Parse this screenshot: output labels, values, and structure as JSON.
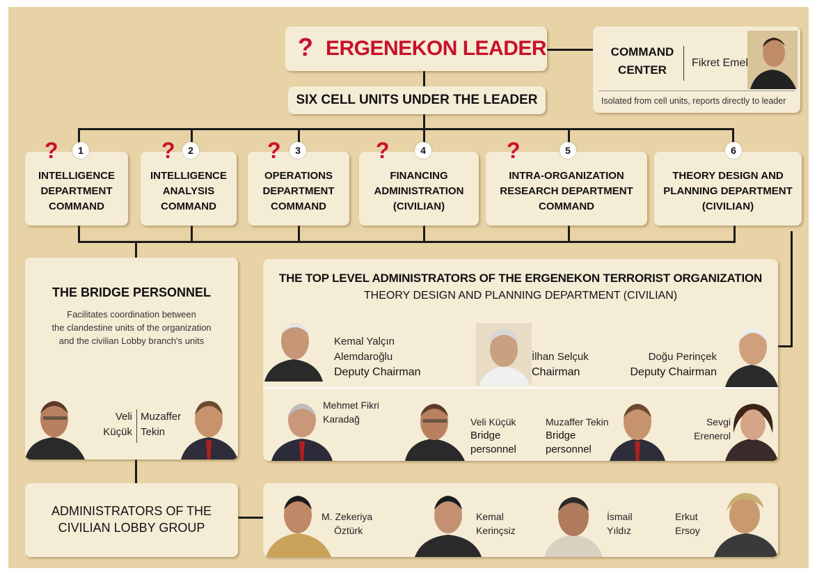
{
  "leader": {
    "question_mark": "?",
    "title": "ERGENEKON LEADER"
  },
  "command_center": {
    "title_line1": "COMMAND",
    "title_line2": "CENTER",
    "person": "Fikret Emek",
    "note": "Isolated from cell units, reports directly to leader"
  },
  "six_units": {
    "title": "SIX CELL UNITS UNDER THE LEADER"
  },
  "departments": [
    {
      "number": "1",
      "question_mark": "?",
      "lines": [
        "INTELLIGENCE",
        "DEPARTMENT",
        "COMMAND"
      ]
    },
    {
      "number": "2",
      "question_mark": "?",
      "lines": [
        "INTELLIGENCE",
        "ANALYSIS",
        "COMMAND"
      ]
    },
    {
      "number": "3",
      "question_mark": "?",
      "lines": [
        "OPERATIONS",
        "DEPARTMENT",
        "COMMAND"
      ]
    },
    {
      "number": "4",
      "question_mark": "?",
      "lines": [
        "FINANCING",
        "ADMINISTRATION",
        "(CIVILIAN)"
      ]
    },
    {
      "number": "5",
      "question_mark": "?",
      "lines": [
        "INTRA-ORGANIZATION",
        "RESEARCH DEPARTMENT",
        "COMMAND"
      ]
    },
    {
      "number": "6",
      "question_mark": "",
      "lines": [
        "THEORY DESIGN AND",
        "PLANNING DEPARTMENT",
        "(CIVILIAN)"
      ]
    }
  ],
  "bridge": {
    "title": "THE BRIDGE PERSONNEL",
    "description": [
      "Facilitates coordination between",
      "the clandestine units of the organization",
      "and the civilian Lobby branch's units"
    ],
    "person1": [
      "Veli",
      "Küçük"
    ],
    "person2": [
      "Muzaffer",
      "Tekin"
    ]
  },
  "top_admins": {
    "title": "THE TOP LEVEL ADMINISTRATORS OF THE ERGENEKON TERRORIST ORGANIZATION",
    "subtitle": "THEORY DESIGN AND PLANNING DEPARTMENT (CIVILIAN)",
    "row1": [
      {
        "name": [
          "Kemal Yalçın",
          "Alemdaroğlu"
        ],
        "role": "Deputy Chairman"
      },
      {
        "name": [
          "İlhan Selçuk"
        ],
        "role": "Chairman"
      },
      {
        "name": [
          "Doğu Perinçek"
        ],
        "role": "Deputy Chairman"
      }
    ],
    "row2": [
      {
        "name": [
          "Mehmet Fikri",
          "Karadağ"
        ],
        "role": []
      },
      {
        "name": [
          "Veli Küçük"
        ],
        "role": [
          "Bridge",
          "personnel"
        ]
      },
      {
        "name": [
          "Muzaffer Tekin"
        ],
        "role": [
          "Bridge",
          "personnel"
        ]
      },
      {
        "name": [
          "Sevgi",
          "Erenerol"
        ],
        "role": []
      }
    ]
  },
  "lobby": {
    "title": [
      "ADMINISTRATORS OF THE",
      "CIVILIAN LOBBY GROUP"
    ],
    "people": [
      [
        "M. Zekeriya",
        "Öztürk"
      ],
      [
        "Kemal",
        "Kerinçsiz"
      ],
      [
        "İsmail",
        "Yıldız"
      ],
      [
        "Erkut",
        "Ersoy"
      ]
    ]
  },
  "colors": {
    "background": "#e8d3a6",
    "box": "#f5ecd6",
    "accent_red": "#c8102e",
    "line": "#1a1a1a"
  }
}
